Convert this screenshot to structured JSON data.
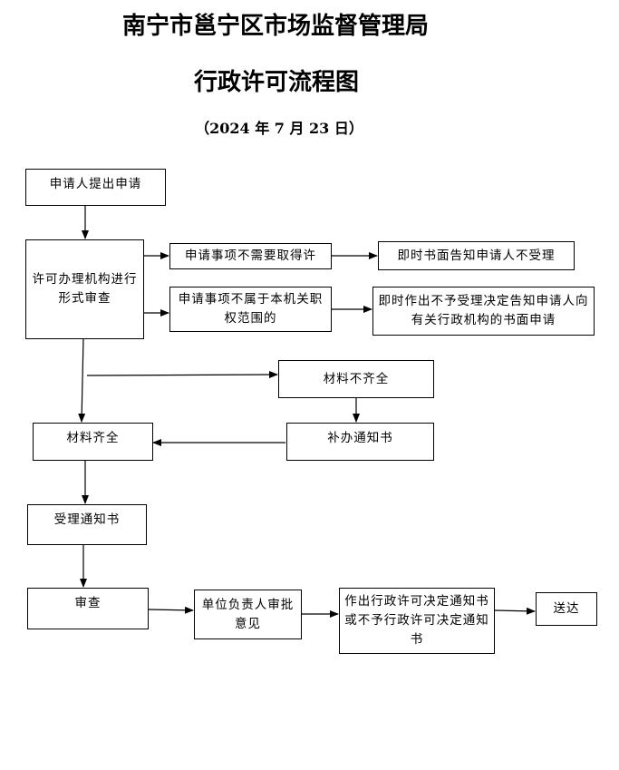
{
  "header": {
    "title_line1": "南宁市邕宁区市场监督管理局",
    "title_line2": "行政许可流程图",
    "date": "（2024 年 7 月 23 日）"
  },
  "nodes": {
    "apply": "申请人提出申请",
    "formal_review": "许可办理机构进行形式审查",
    "no_permit_needed": "申请事项不需要取得许",
    "notify_not_accepted": "即时书面告知申请人不受理",
    "out_of_scope": "申请事项不属于本机关职权范围的",
    "notify_other_agency": "即时作出不予受理决定告知申请人向有关行政机构的书面申请",
    "materials_incomplete": "材料不齐全",
    "supplement_notice": "补办通知书",
    "materials_complete": "材料齐全",
    "acceptance_notice": "受理通知书",
    "review": "审查",
    "approval_opinion": "单位负责人审批意见",
    "decision_notice": "作出行政许可决定通知书或不予行政许可决定通知书",
    "delivery": "送达"
  }
}
